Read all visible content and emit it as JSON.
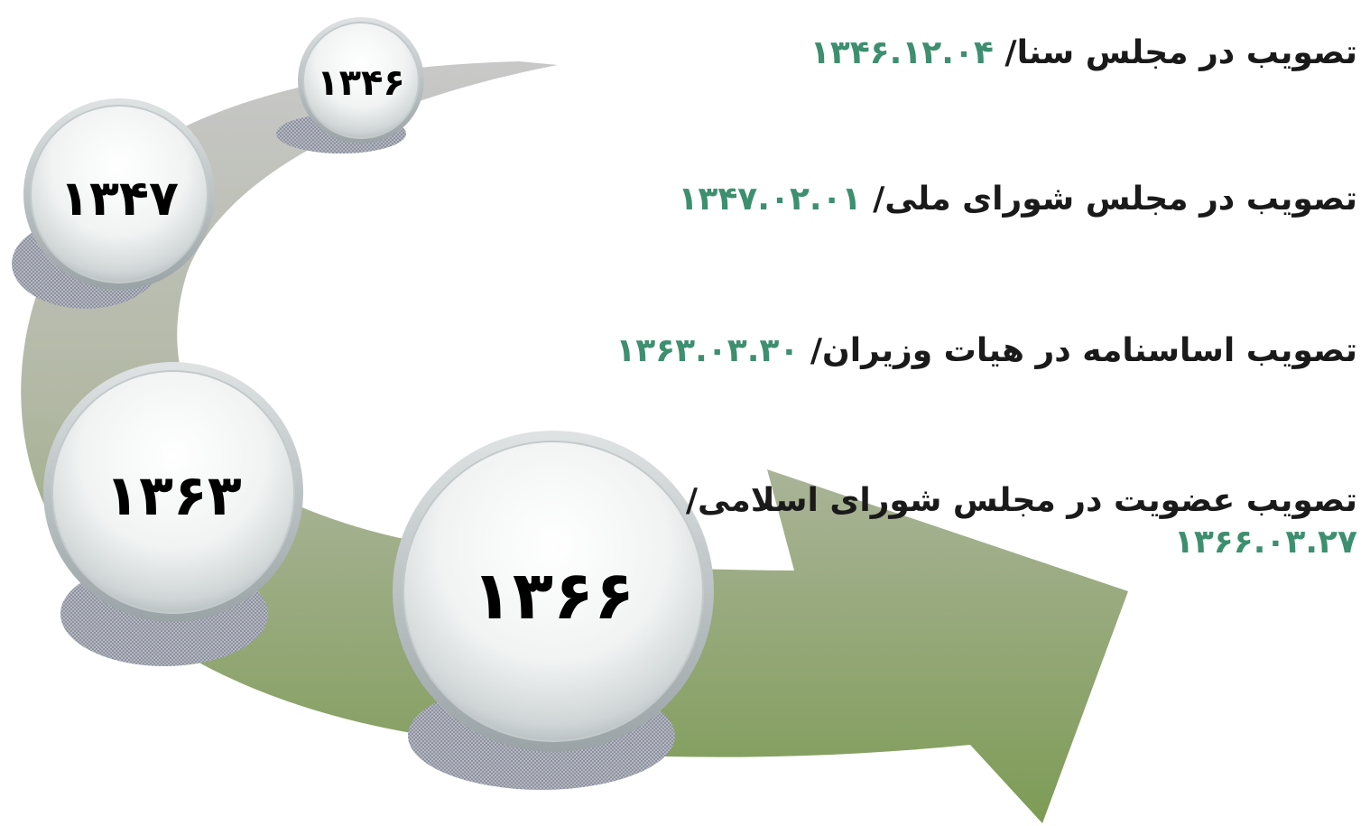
{
  "milestones": [
    {
      "year": "۱۳۴۶"
    },
    {
      "year": "۱۳۴۷"
    },
    {
      "year": "۱۳۶۳"
    },
    {
      "year": "۱۳۶۶"
    }
  ],
  "events": [
    {
      "title": "تصویب در مجلس سنا/ ",
      "date": "۱۳۴۶.۱۲.۰۴"
    },
    {
      "title": "تصویب در مجلس شورای ملی/ ",
      "date": "۱۳۴۷.۰۲.۰۱"
    },
    {
      "title": "تصویب اساسنامه در هیات وزیران/ ",
      "date": "۱۳۶۳.۰۳.۳۰"
    },
    {
      "title": "تصویب عضویت در مجلس شورای اسلامی/",
      "date": "۱۳۶۶.۰۳.۲۷"
    }
  ],
  "colors": {
    "arrow_start": "#c4c4c4",
    "arrow_end": "#7a9a50",
    "date_color": "#3d8f6f",
    "title_color": "#1a1a1a"
  }
}
